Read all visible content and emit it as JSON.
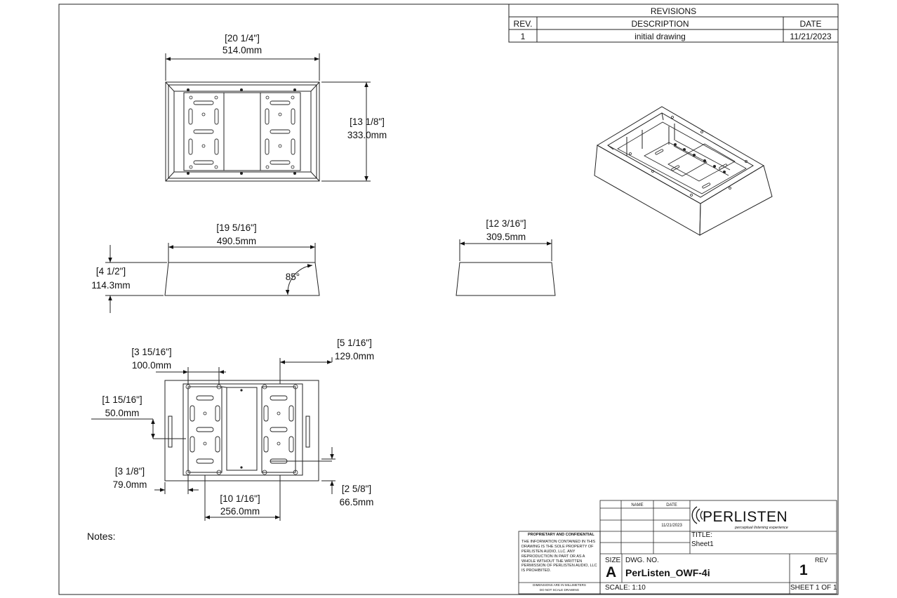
{
  "revisions": {
    "title": "REVISIONS",
    "headers": {
      "rev": "REV.",
      "description": "DESCRIPTION",
      "date": "DATE"
    },
    "rows": [
      {
        "rev": "1",
        "description": "initial drawing",
        "date": "11/21/2023"
      }
    ]
  },
  "dimensions": {
    "top_width_in": "[20 1/4\"]",
    "top_width_mm": "514.0mm",
    "top_height_in": "[13 1/8\"]",
    "top_height_mm": "333.0mm",
    "front_width_in": "[19 5/16\"]",
    "front_width_mm": "490.5mm",
    "front_height_in": "[4 1/2\"]",
    "front_height_mm": "114.3mm",
    "front_angle": "85°",
    "side_width_in": "[12 3/16\"]",
    "side_width_mm": "309.5mm",
    "b_left_w_in": "[3 15/16\"]",
    "b_left_w_mm": "100.0mm",
    "b_right_w_in": "[5 1/16\"]",
    "b_right_w_mm": "129.0mm",
    "b_v1_in": "[1 15/16\"]",
    "b_v1_mm": "50.0mm",
    "b_h1_in": "[3 1/8\"]",
    "b_h1_mm": "79.0mm",
    "b_center_in": "[10 1/16\"]",
    "b_center_mm": "256.0mm",
    "b_v2_in": "[2 5/8\"]",
    "b_v2_mm": "66.5mm"
  },
  "notes_label": "Notes:",
  "title_block": {
    "col_name": "NAME",
    "col_date": "DATE",
    "date_value": "11/21/2023",
    "brand": "PERLISTEN",
    "tagline": "perceptual listening experience",
    "title_label": "TITLE:",
    "title_value": "Sheet1",
    "size_label": "SIZE",
    "size_value": "A",
    "dwg_label": "DWG.  NO.",
    "dwg_value": "PerListen_OWF-4i",
    "rev_label": "REV",
    "rev_value": "1",
    "scale": "SCALE: 1:10",
    "sheet": "SHEET 1 OF 1",
    "prop_title": "PROPRIETARY AND CONFIDENTIAL",
    "prop_text": "THE INFORMATION CONTAINED IN THIS DRAWING IS THE SOLE PROPERTY OF PERLISTEN AUDIO, LLC. ANY REPRODUCTION IN PART OR AS A WHOLE WITHOUT THE WRITTEN PERMISSION OF PERLISTEN AUDIO, LLC IS PROHIBITED.",
    "dims_note_1": "DIMENSIONS ARE IN MILLIMETERS",
    "dims_note_2": "DO NOT SCALE DRAWING"
  }
}
